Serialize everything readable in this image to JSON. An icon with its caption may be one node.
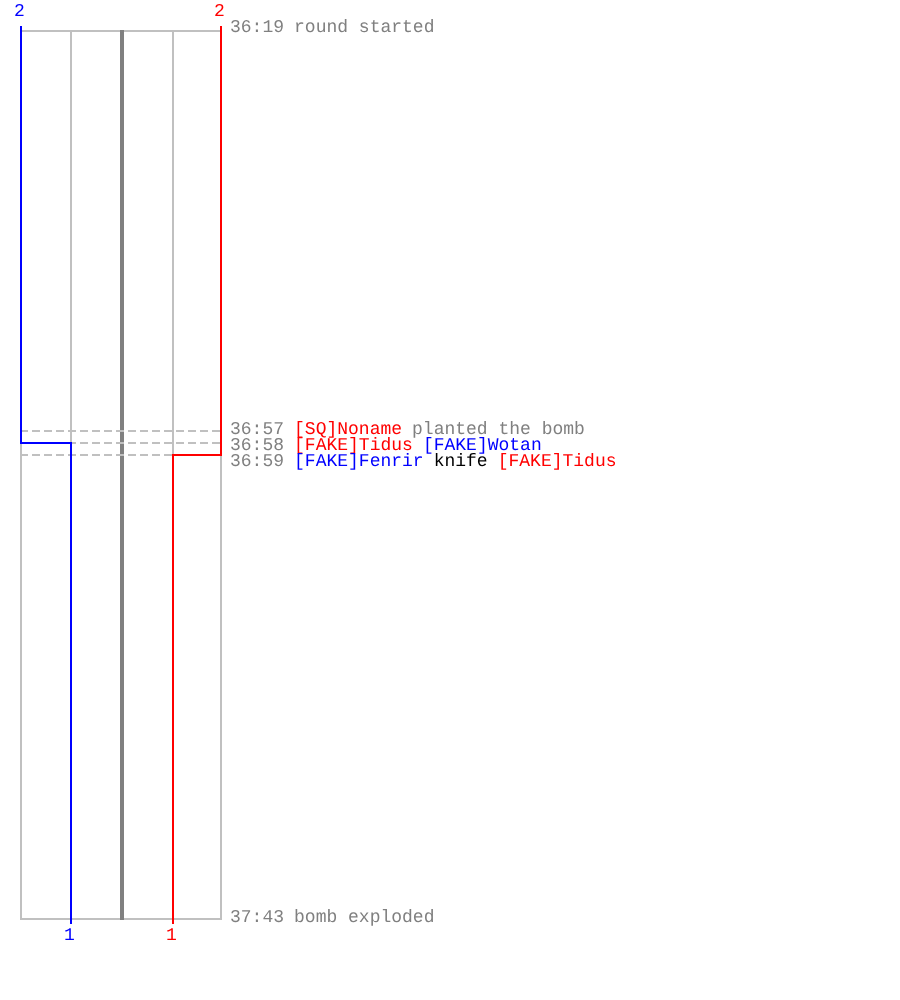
{
  "diagram": {
    "labels": [
      "2",
      "2",
      "36:19",
      "round started",
      "36:57",
      "[SQ]Noname",
      "planted the bomb",
      "36:58",
      "[FAKE]Tidus",
      "[FAKE]Wotan",
      "36:59",
      "[FAKE]Fenrir",
      "knife",
      "[FAKE]Tidus",
      "37:43",
      "bomb exploded",
      "1",
      "1"
    ]
  }
}
